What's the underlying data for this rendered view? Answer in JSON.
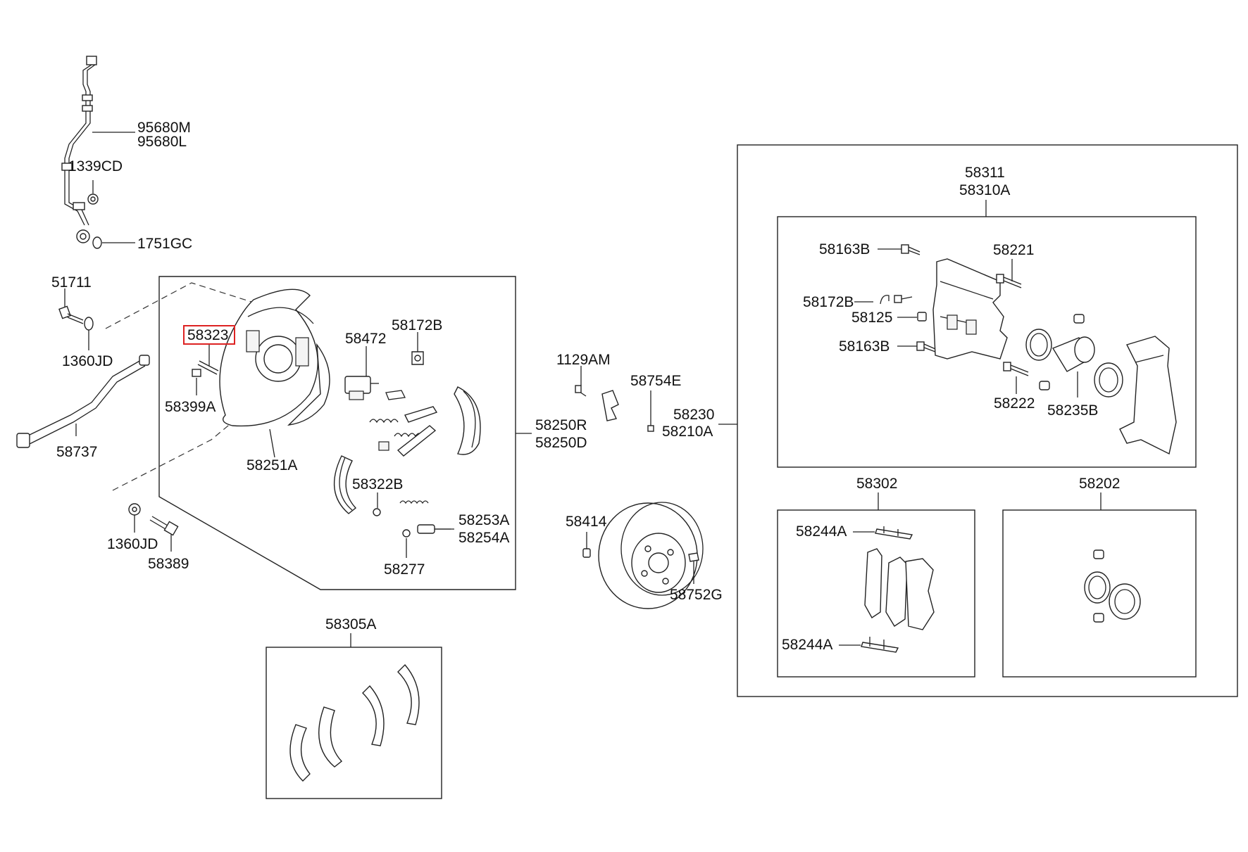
{
  "highlight": {
    "part": "58323",
    "color": "#dd2222"
  },
  "labels": {
    "p95680M": "95680M",
    "p95680L": "95680L",
    "p1339CD": "1339CD",
    "p1751GC": "1751GC",
    "p51711": "51711",
    "p1360JD_top": "1360JD",
    "p58737": "58737",
    "p58323": "58323",
    "p58399A": "58399A",
    "p58251A": "58251A",
    "p58472": "58472",
    "p58172B_rear": "58172B",
    "p58322B": "58322B",
    "p58253A": "58253A",
    "p58254A": "58254A",
    "p58277": "58277",
    "p1360JD_bottom": "1360JD",
    "p58389": "58389",
    "p58250R": "58250R",
    "p58250D": "58250D",
    "p1129AM": "1129AM",
    "p58754E": "58754E",
    "p58230": "58230",
    "p58210A": "58210A",
    "p58414": "58414",
    "p58752G": "58752G",
    "p58305A": "58305A",
    "p58311": "58311",
    "p58310A": "58310A",
    "p58163B_top": "58163B",
    "p58172B_front": "58172B",
    "p58125": "58125",
    "p58163B_bottom": "58163B",
    "p58221": "58221",
    "p58222": "58222",
    "p58235B": "58235B",
    "p58302": "58302",
    "p58244A_top": "58244A",
    "p58244A_bottom": "58244A",
    "p58202": "58202"
  }
}
